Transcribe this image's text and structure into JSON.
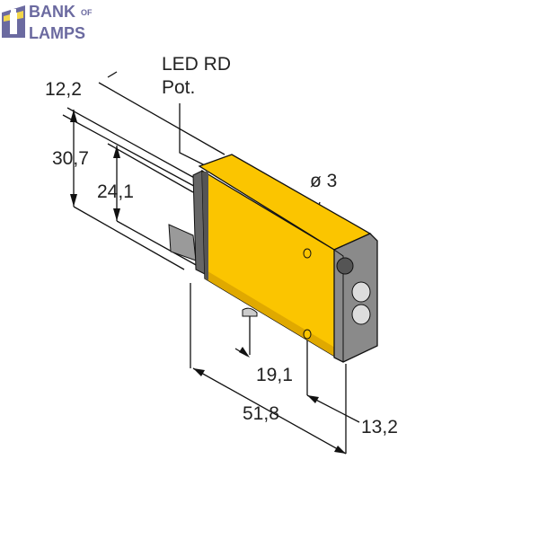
{
  "logo": {
    "line1": "BANK",
    "of": "OF",
    "line2": "LAMPS",
    "color": "#6b6aa0",
    "accent": "#f2d64b"
  },
  "labels": {
    "led": "LED RD",
    "pot": "Pot.",
    "depth": "12,2",
    "height_total": "30,7",
    "height_body": "24,1",
    "hole": "ø 3",
    "hole_spacing": "19,1",
    "length": "51,8",
    "front": "13,2"
  },
  "colors": {
    "body": "#fbc500",
    "body_shade": "#e9b200",
    "end_cap": "#8a8a8a",
    "line": "#111111"
  }
}
